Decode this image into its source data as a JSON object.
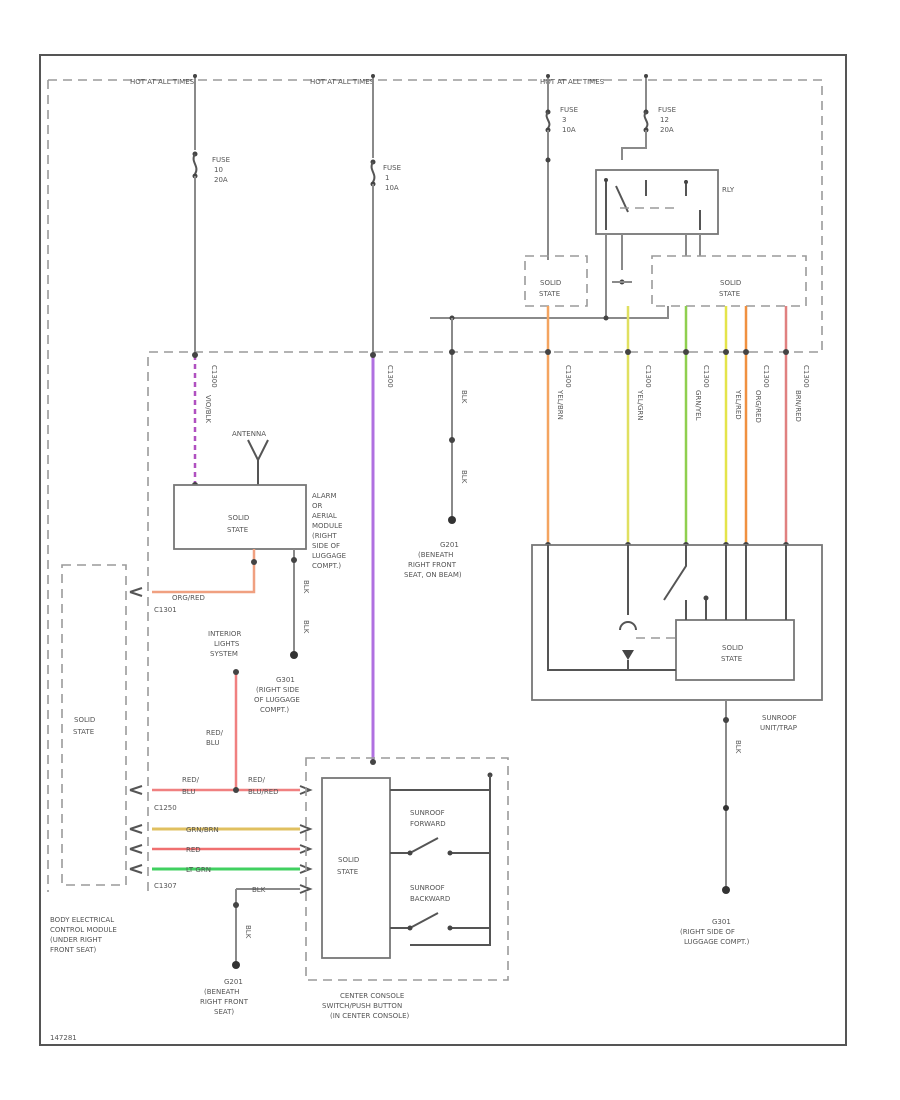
{
  "labels": {
    "hot1": "HOT AT ALL TIMES",
    "hot2": "HOT AT ALL TIMES",
    "hot3": "HOT AT ALL TIMES",
    "fuse_a": [
      "FUSE",
      "10",
      "20A"
    ],
    "fuse_b": [
      "FUSE",
      "1",
      "10A"
    ],
    "fuse_c": [
      "FUSE",
      "3",
      "10A"
    ],
    "fuse_d": [
      "FUSE",
      "12",
      "20A"
    ],
    "relay": "RLY",
    "solid_state": [
      "SOLID",
      "STATE"
    ],
    "antenna": "ANTENNA",
    "alarm_module": [
      "ALARM",
      "OR",
      "AERIAL",
      "MODULE",
      "(RIGHT",
      "SIDE OF",
      "LUGGAGE",
      "COMPT.)"
    ],
    "c1": "C1301",
    "c1_wire": "ORG/RED",
    "g301_right": [
      "G301",
      "(RIGHT SIDE",
      "OF LUGGAGE",
      "COMPT.)"
    ],
    "interior": [
      "INTERIOR",
      "LIGHTS",
      "SYSTEM"
    ],
    "red_blu": [
      "RED/",
      "BLU"
    ],
    "red_blu_l": [
      "RED/",
      "BLU"
    ],
    "red_blu_r": [
      "RED/",
      "BLU/RED"
    ],
    "c2": "C1250",
    "c3": "C1307",
    "grn_brn": "GRN/BRN",
    "red": "RED",
    "lt_grn": "LT GRN",
    "bcm": [
      "BODY ELECTRICAL",
      "CONTROL MODULE",
      "(UNDER RIGHT",
      "FRONT SEAT)"
    ],
    "g201_a": [
      "G201",
      "(BENEATH",
      "RIGHT FRONT",
      "SEAT, ON BEAM)"
    ],
    "g201_b": [
      "G201",
      "(BENEATH",
      "RIGHT FRONT",
      "SEAT)"
    ],
    "blk": "BLK",
    "center_console": [
      "CENTER CONSOLE",
      "SWITCH/PUSH BUTTON",
      "(IN CENTER CONSOLE)"
    ],
    "sunroof_fwd": [
      "SUNROOF",
      "FORWARD"
    ],
    "sunroof_bwd": [
      "SUNROOF",
      "BACKWARD"
    ],
    "sunroof_unit": [
      "SUNROOF",
      "UNIT/TRAP"
    ],
    "g301_far": [
      "G301",
      "(RIGHT SIDE OF",
      "LUGGAGE COMPT.)"
    ],
    "conn": "C1300",
    "violet_wire": "VIO/BLK",
    "yel_brn": "YEL/BRN",
    "yel_grn": "YEL/GRN",
    "grn_yel": "GRN/YEL",
    "yel_red": "YEL/RED",
    "org_red": "ORG/RED",
    "brn_red": "BRN/RED",
    "diag_id": "147281"
  }
}
